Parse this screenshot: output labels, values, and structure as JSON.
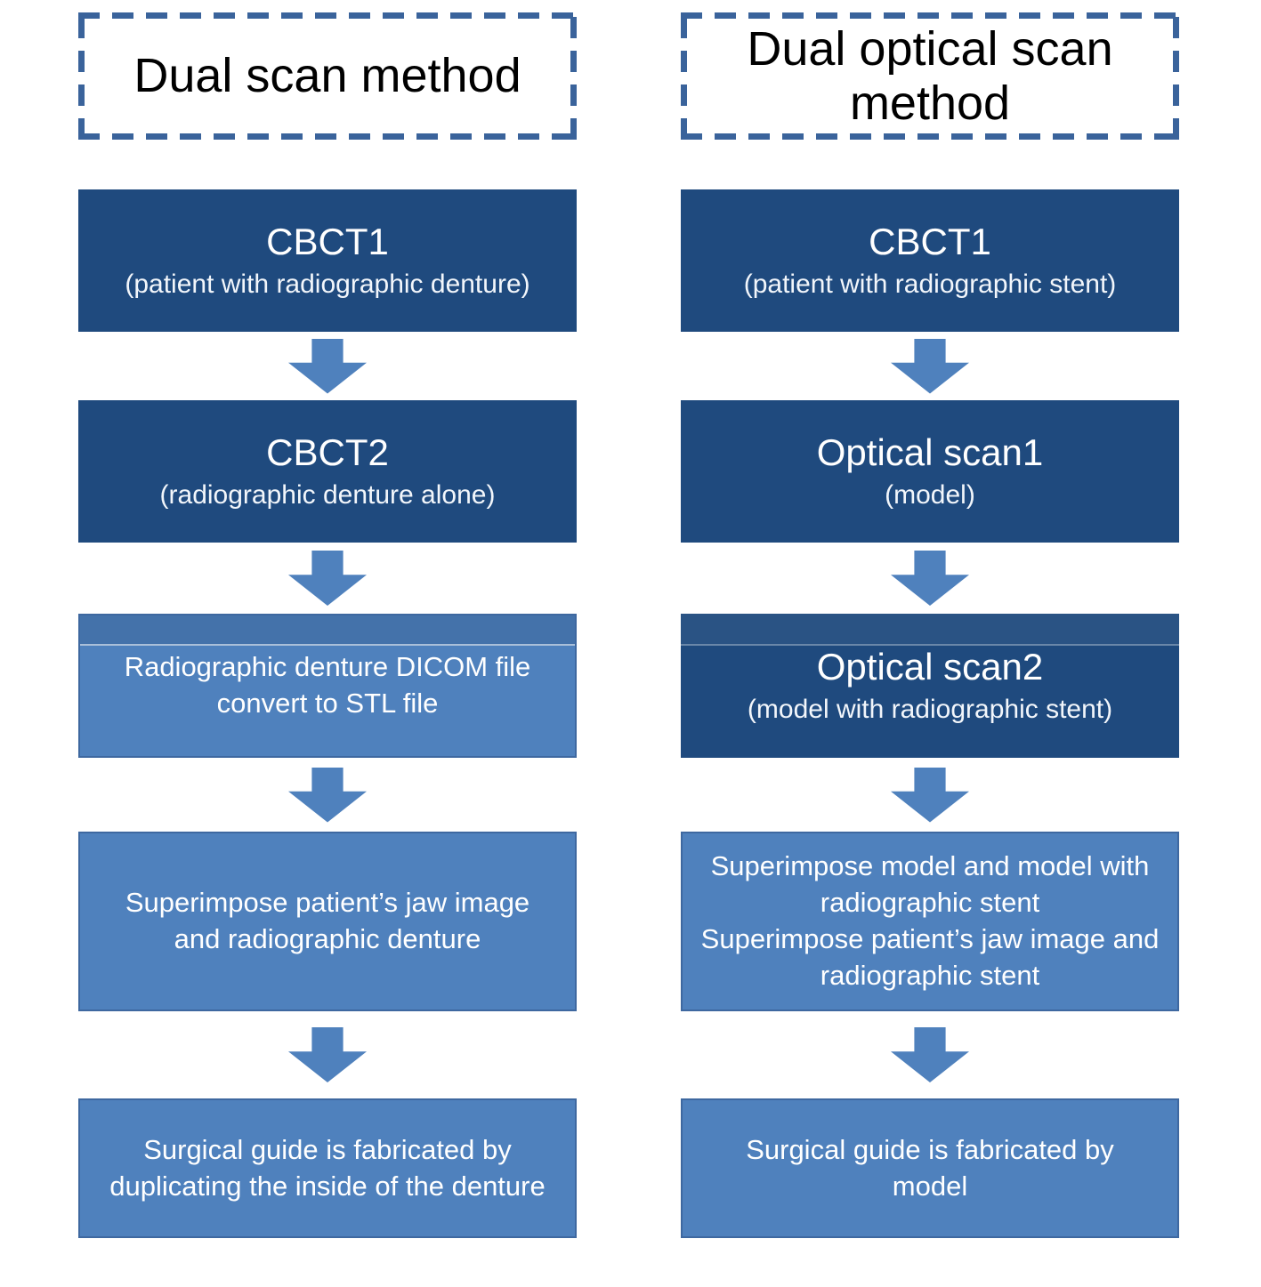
{
  "diagram": {
    "columns": [
      {
        "header": "Dual scan method",
        "steps": [
          {
            "title": "CBCT1",
            "subtitle": "(patient with radiographic denture)"
          },
          {
            "title": "CBCT2",
            "subtitle": "(radiographic denture alone)"
          },
          {
            "text": "Radiographic denture DICOM file convert to STL file"
          },
          {
            "text": "Superimpose patient’s jaw image and radiographic denture"
          },
          {
            "text": "Surgical guide is fabricated by duplicating the inside of the denture"
          }
        ]
      },
      {
        "header": "Dual optical scan method",
        "steps": [
          {
            "title": "CBCT1",
            "subtitle": "(patient with radiographic stent)"
          },
          {
            "title": "Optical scan1",
            "subtitle": "(model)"
          },
          {
            "title": "Optical scan2",
            "subtitle": "(model with radiographic stent)"
          },
          {
            "lines": [
              "Superimpose model and model with radiographic stent",
              "Superimpose patient’s jaw image and radiographic stent"
            ]
          },
          {
            "text": "Surgical guide is fabricated by model"
          }
        ]
      }
    ],
    "colors": {
      "background": "#FFFFFF",
      "dark_box": "#1F4A7E",
      "light_box": "#4F81BD",
      "light_box_border": "#3E68A0",
      "arrow": "#4F81BD",
      "dashed_border": "#3A639B",
      "box_text": "#FFFFFF",
      "header_text": "#000000"
    },
    "icons": {
      "down_arrow": "solid block arrow pointing down"
    }
  }
}
